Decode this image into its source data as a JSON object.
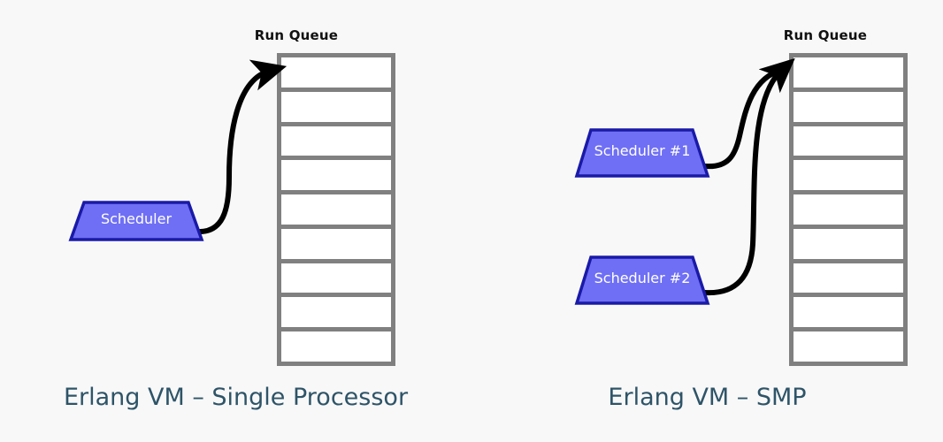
{
  "diagram": {
    "background_color": "#f8f8f8",
    "panels": [
      {
        "id": "single-processor",
        "caption": "Erlang VM – Single Processor",
        "queue": {
          "title": "Run Queue",
          "cell_count": 9,
          "border_color": "#808080",
          "fill_color": "#ffffff"
        },
        "schedulers": [
          {
            "label": "Scheduler"
          }
        ],
        "arrows": [
          {
            "from": "Scheduler",
            "to": "Run Queue",
            "style": "curved-arrow"
          }
        ]
      },
      {
        "id": "smp",
        "caption": "Erlang VM – SMP",
        "queue": {
          "title": "Run Queue",
          "cell_count": 9,
          "border_color": "#808080",
          "fill_color": "#ffffff"
        },
        "schedulers": [
          {
            "label": "Scheduler #1"
          },
          {
            "label": "Scheduler #2"
          }
        ],
        "arrows": [
          {
            "from": "Scheduler #1",
            "to": "Run Queue",
            "style": "curved-arrow"
          },
          {
            "from": "Scheduler #2",
            "to": "Run Queue",
            "style": "curved-arrow"
          }
        ]
      }
    ],
    "colors": {
      "scheduler_fill": "#6f6ff5",
      "scheduler_stroke": "#1a1aa8",
      "scheduler_text": "#ffffff",
      "queue_border": "#808080",
      "queue_fill": "#ffffff",
      "arrow": "#000000",
      "caption_text": "#2e5468",
      "queue_title_text": "#111111"
    }
  }
}
